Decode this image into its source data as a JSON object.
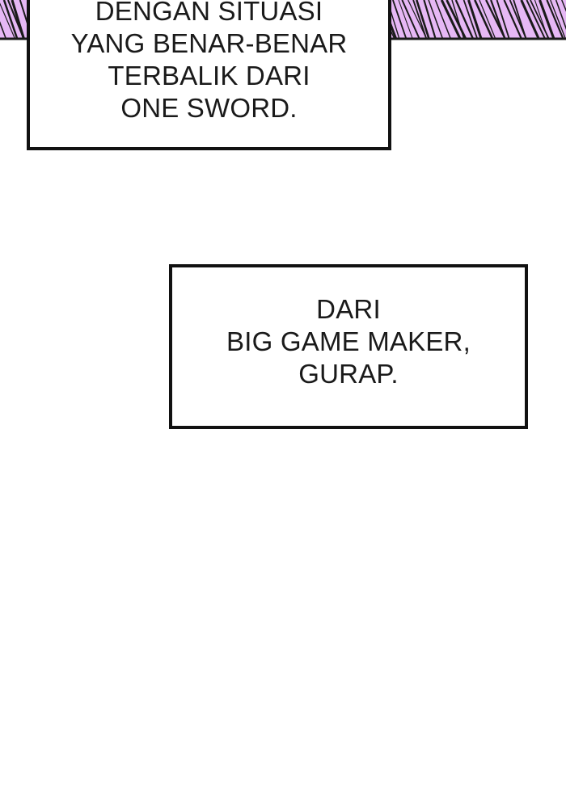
{
  "panel_colors": {
    "speedline_fill": "#e6b8f5",
    "speedline_stroke": "#1a1a1a",
    "background": "#ffffff"
  },
  "caption_top": {
    "lines": [
      "DENGAN SITUASI",
      "YANG BENAR-BENAR",
      "TERBALIK DARI",
      "ONE SWORD."
    ]
  },
  "caption_bottom": {
    "lines": [
      "DARI",
      "BIG GAME MAKER,",
      "GURAP."
    ]
  }
}
